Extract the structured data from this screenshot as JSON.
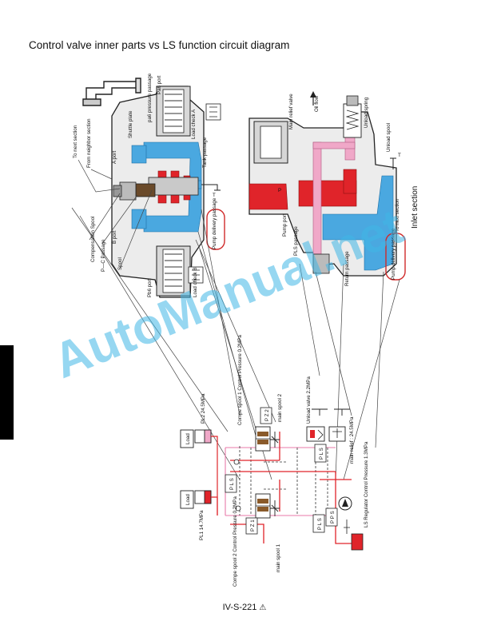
{
  "page": {
    "title": "Control valve inner parts vs LS function circuit diagram",
    "footer_text": "IV-S-221",
    "footer_symbol": "⚠"
  },
  "watermark": "AutoManual.net",
  "main_valve_labels": {
    "pa6_port": "Pa6 port",
    "pa6_pressure_passage": "pa6 pressure passage",
    "shuttle_plate": "Shuttle plate",
    "load_check_a": "Load check A",
    "tank_passage": "Tank passage",
    "t": "T",
    "to_next_section": "To next section",
    "from_neighbor_section": "From neighbor section",
    "a_port": "A port",
    "compensation_spool": "Compensation Spool",
    "p_c_passage": "P—C Passage",
    "b_port": "B port",
    "spool": "Spool",
    "pump_delivery_passage": "Pump delivery passage",
    "pb6_port": "Pb6 port",
    "load_check_b": "Load check B"
  },
  "inlet_labels": {
    "main_relief_valve": "Main relief valve",
    "oil_flow": "Oil flow",
    "unload_spring": "Unload spring",
    "unload_spool": "Unload spool",
    "t": "T",
    "p": "P",
    "pump_port": "Pump port",
    "pls_passage": "PLS passage",
    "to_next_section": "To next section",
    "inlet_section": "Inlet section",
    "return_passage": "Return passage",
    "pump_delivery_passage": "Pump delivery passage"
  },
  "circuit_labels": {
    "load_upper": "Load",
    "load_lower": "Load",
    "pl2": "PL2 24.5MPa",
    "pl1": "PL1 14.7MPa",
    "compe_spool_1": "Compe spool 1 Control Pressure  0.2MPa",
    "compe_spool_2": "Compe spool 2 Control Pressure  0.2MPa",
    "pz2": "P Z 2",
    "pz1": "P Z 1",
    "main_spool_2": "main spool 2",
    "main_spool_1": "main spool 1",
    "pls_upper": "P L S",
    "pls_mid": "P L S",
    "pls_lower": "P L S",
    "pps": "P P S",
    "unload_valve": "Unload valve 2.2MPa",
    "main_relief": "main relief : 24.5MPa",
    "ls_regulator": "LS Regulator Control Pressure  1.3MPa"
  },
  "colors": {
    "oil_blue": "#4aa8e0",
    "pressure_red": "#e0242a",
    "ls_pink": "#f0a8c8",
    "line_dark": "#333333",
    "watermark": "#3fb6e6"
  }
}
